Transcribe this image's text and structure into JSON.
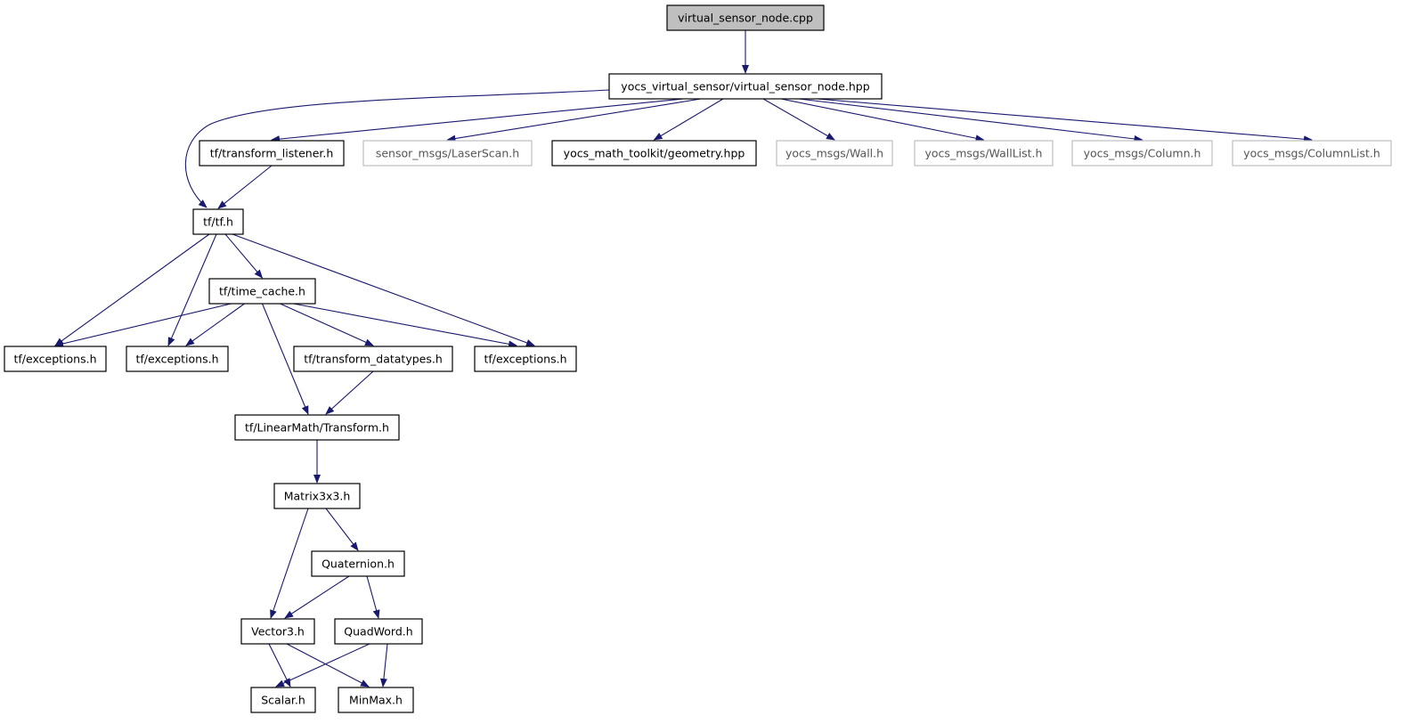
{
  "colors": {
    "edge": "#191970",
    "root_fill": "#bfbfbf",
    "node_border": "#000000",
    "missing_border": "#bfbfbf",
    "node_fill": "#ffffff"
  },
  "nodes": [
    {
      "id": "n0",
      "label": "virtual_sensor_node.cpp",
      "kind": "root"
    },
    {
      "id": "n1",
      "label": "yocs_virtual_sensor/virtual_sensor_node.hpp",
      "kind": "normal"
    },
    {
      "id": "n2",
      "label": "tf/transform_listener.h",
      "kind": "normal"
    },
    {
      "id": "n3",
      "label": "sensor_msgs/LaserScan.h",
      "kind": "missing"
    },
    {
      "id": "n4",
      "label": "yocs_math_toolkit/geometry.hpp",
      "kind": "normal"
    },
    {
      "id": "n5",
      "label": "yocs_msgs/Wall.h",
      "kind": "missing"
    },
    {
      "id": "n6",
      "label": "yocs_msgs/WallList.h",
      "kind": "missing"
    },
    {
      "id": "n7",
      "label": "yocs_msgs/Column.h",
      "kind": "missing"
    },
    {
      "id": "n8",
      "label": "yocs_msgs/ColumnList.h",
      "kind": "missing"
    },
    {
      "id": "n9",
      "label": "tf/tf.h",
      "kind": "normal"
    },
    {
      "id": "n10",
      "label": "tf/time_cache.h",
      "kind": "normal"
    },
    {
      "id": "n11",
      "label": "tf/exceptions.h",
      "kind": "normal"
    },
    {
      "id": "n12",
      "label": "tf/exceptions.h",
      "kind": "normal"
    },
    {
      "id": "n13",
      "label": "tf/transform_datatypes.h",
      "kind": "normal"
    },
    {
      "id": "n14",
      "label": "tf/exceptions.h",
      "kind": "normal"
    },
    {
      "id": "n15",
      "label": "tf/LinearMath/Transform.h",
      "kind": "normal"
    },
    {
      "id": "n16",
      "label": "Matrix3x3.h",
      "kind": "normal"
    },
    {
      "id": "n17",
      "label": "Quaternion.h",
      "kind": "normal"
    },
    {
      "id": "n18",
      "label": "Vector3.h",
      "kind": "normal"
    },
    {
      "id": "n19",
      "label": "QuadWord.h",
      "kind": "normal"
    },
    {
      "id": "n20",
      "label": "Scalar.h",
      "kind": "normal"
    },
    {
      "id": "n21",
      "label": "MinMax.h",
      "kind": "normal"
    }
  ],
  "edges": [
    {
      "from": "n0",
      "to": "n1"
    },
    {
      "from": "n1",
      "to": "n9"
    },
    {
      "from": "n1",
      "to": "n2"
    },
    {
      "from": "n1",
      "to": "n3"
    },
    {
      "from": "n1",
      "to": "n4"
    },
    {
      "from": "n1",
      "to": "n5"
    },
    {
      "from": "n1",
      "to": "n6"
    },
    {
      "from": "n1",
      "to": "n7"
    },
    {
      "from": "n1",
      "to": "n8"
    },
    {
      "from": "n2",
      "to": "n9"
    },
    {
      "from": "n9",
      "to": "n11"
    },
    {
      "from": "n9",
      "to": "n12"
    },
    {
      "from": "n9",
      "to": "n10"
    },
    {
      "from": "n9",
      "to": "n14"
    },
    {
      "from": "n10",
      "to": "n11"
    },
    {
      "from": "n10",
      "to": "n12"
    },
    {
      "from": "n10",
      "to": "n13"
    },
    {
      "from": "n10",
      "to": "n14"
    },
    {
      "from": "n10",
      "to": "n15"
    },
    {
      "from": "n13",
      "to": "n15"
    },
    {
      "from": "n15",
      "to": "n16"
    },
    {
      "from": "n16",
      "to": "n17"
    },
    {
      "from": "n16",
      "to": "n18"
    },
    {
      "from": "n17",
      "to": "n18"
    },
    {
      "from": "n17",
      "to": "n19"
    },
    {
      "from": "n18",
      "to": "n20"
    },
    {
      "from": "n18",
      "to": "n21"
    },
    {
      "from": "n19",
      "to": "n20"
    },
    {
      "from": "n19",
      "to": "n21"
    }
  ]
}
